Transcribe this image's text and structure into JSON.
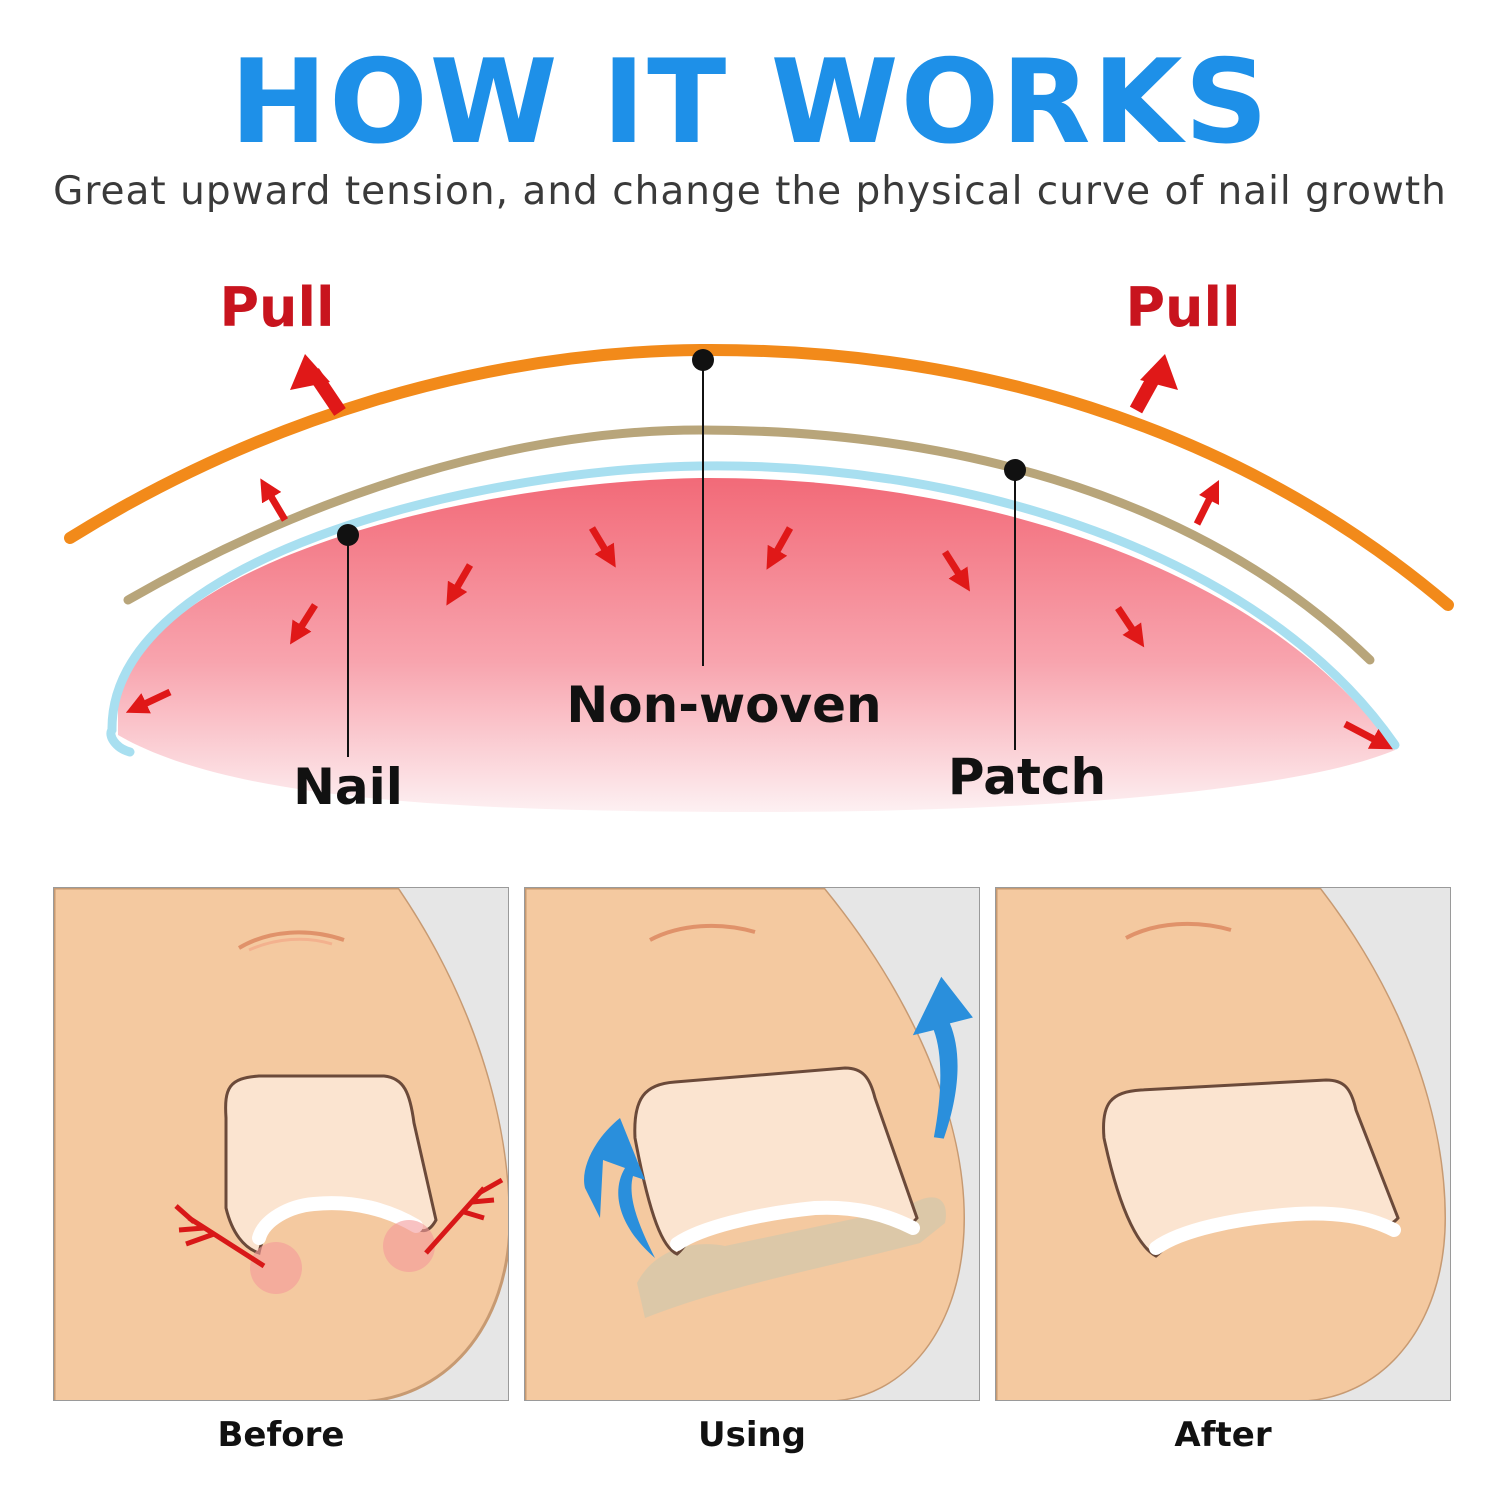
{
  "header": {
    "title": "HOW IT WORKS",
    "subtitle": "Great upward tension, and change the physical curve of nail growth"
  },
  "diagram": {
    "labels": {
      "pull_left": "Pull",
      "pull_right": "Pull",
      "non_woven": "Non-woven",
      "nail": "Nail",
      "patch": "Patch"
    }
  },
  "panels": [
    {
      "caption": "Before"
    },
    {
      "caption": "Using"
    },
    {
      "caption": "After"
    }
  ],
  "colors": {
    "title_blue": "#1e90e8",
    "pull_red": "#c8141e",
    "arrow_red": "#e01818",
    "nonwoven_orange": "#f28a1a",
    "patch_tan": "#b8a57a",
    "nail_cyan": "#a8dff0",
    "skin": "#f4c9a0",
    "nail_fill": "#fbe4d0",
    "blue_arrow": "#2a8fdc"
  }
}
